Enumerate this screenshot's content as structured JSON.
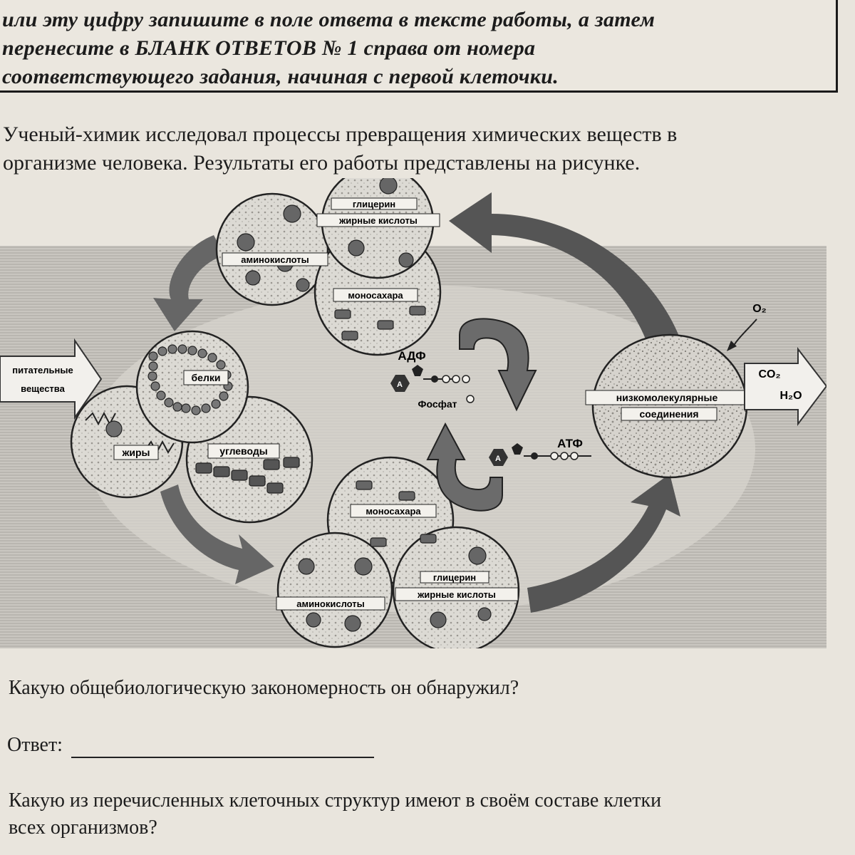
{
  "instructions": {
    "lines": [
      "или эту цифру запишите в поле ответа в тексте работы, а затем",
      "перенесите   в   БЛАНК   ОТВЕТОВ   №   1   справа   от   номера",
      "соответствующего задания, начиная с первой клеточки."
    ]
  },
  "task": {
    "intro_lines": [
      "Ученый-химик исследовал  процессы превращения химических веществ в",
      "организме человека. Результаты его работы представлены на рисунке."
    ],
    "question_1": "Какую  общебиологическую закономерность  он обнаружил?",
    "answer_label": "Ответ:",
    "question_2_lines": [
      "Какую из перечисленных клеточных структур имеют в своём составе клетки",
      "всех организмов?"
    ]
  },
  "figure": {
    "input_label_1": "питательные",
    "input_label_2": "вещества",
    "proteins": "белки",
    "fats": "жиры",
    "carbohydrates": "углеводы",
    "top_glycerin": "глицерин",
    "top_fatty_acids": "жирные кислоты",
    "top_amino_acids": "аминокислоты",
    "top_monosaccharides": "моносахара",
    "bottom_monosaccharides": "моносахара",
    "bottom_amino_acids": "аминокислоты",
    "bottom_glycerin": "глицерин",
    "bottom_fatty_acids": "жирные кислоты",
    "adp": "АДФ",
    "phosphate": "Фосфат",
    "atp": "АТФ",
    "adenine_letter": "А",
    "low_molecular_1": "низкомолекулярные",
    "low_molecular_2": "соединения",
    "oxygen": "O₂",
    "co2": "CO₂",
    "h2o": "H₂O"
  }
}
